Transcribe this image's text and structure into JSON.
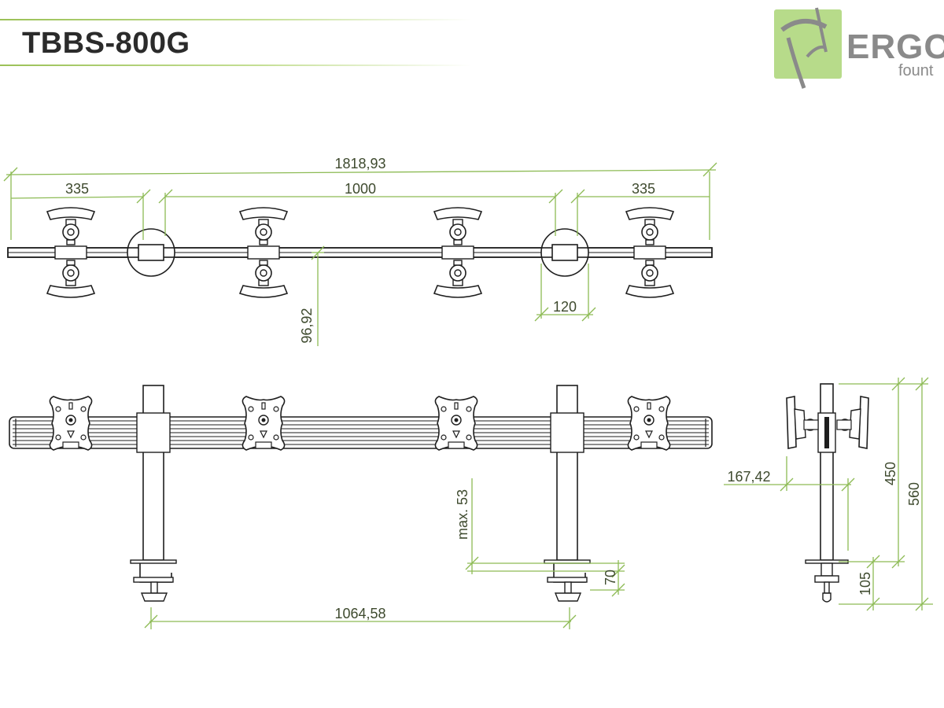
{
  "header": {
    "title": "TBBS-800G"
  },
  "logo": {
    "text": "ERGO",
    "sub": "fount",
    "color_green": "#b7db8a",
    "color_gray": "#8a8a8a"
  },
  "colors": {
    "dimension": "#8dbb55",
    "outline": "#1e1e1e",
    "text": "#3e4a2e"
  },
  "dimensions": {
    "total_width": "1818,93",
    "left_span": "335",
    "middle_span": "1000",
    "right_span": "335",
    "clamp_diameter": "120",
    "arm_offset": "96,92",
    "max_height": "max. 53",
    "clamp_thickness": "70",
    "pole_spacing": "1064,58",
    "side_depth": "167,42",
    "height_450": "450",
    "height_560": "560",
    "base_105": "105"
  }
}
